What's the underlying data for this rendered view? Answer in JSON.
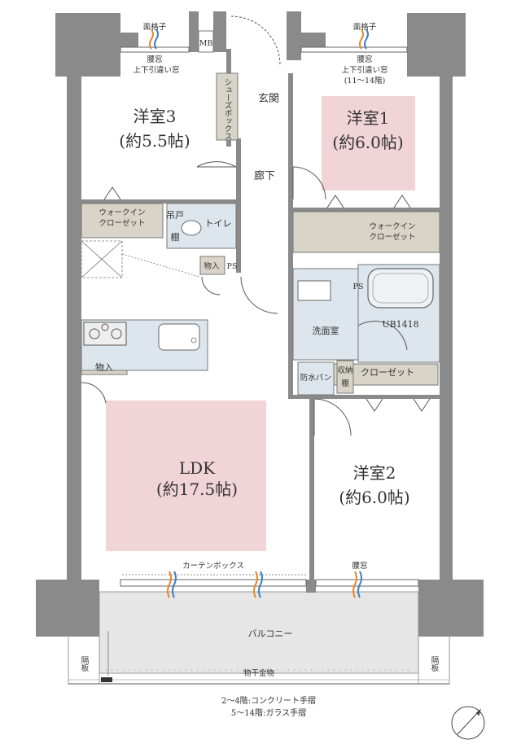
{
  "rooms": {
    "western3": {
      "name": "洋室3",
      "size": "(約5.5帖)"
    },
    "western1": {
      "name": "洋室1",
      "size": "(約6.0帖)"
    },
    "western2": {
      "name": "洋室2",
      "size": "(約6.0帖)"
    },
    "ldk": {
      "name": "LDK",
      "size": "(約17.5帖)"
    }
  },
  "labels": {
    "mb": "MB",
    "entrance": "玄関",
    "shoebox": "シューズボックス",
    "hallway": "廊下",
    "toilet": "トイレ",
    "shelf_a": "吊戸",
    "shelf_b": "棚",
    "storage_small": "物入",
    "storage": "物入",
    "ps1": "PS",
    "ps2": "PS",
    "washroom": "洗面室",
    "ub": "UB1418",
    "waterproof_pan": "防水パン",
    "closet": "クローゼット",
    "storage_shelf_a": "収納",
    "storage_shelf_b": "棚",
    "wic_left_a": "ウォークイン",
    "wic_left_b": "クローゼット",
    "wic_right_a": "ウォークイン",
    "wic_right_b": "クローゼット",
    "lattice_left": "面格子",
    "lattice_right": "面格子",
    "waist_left": "腰窓",
    "sliding_left": "上下引違い窓",
    "waist_right": "腰窓",
    "sliding_right": "上下引違い窓",
    "floors_right": "(11〜14階)",
    "curtain_box": "カーテンボックス",
    "waist_bottom": "腰窓",
    "balcony": "バルコニー",
    "partition_left": "隔板",
    "partition_right": "隔板",
    "clothes_hanger": "物干金物",
    "note1": "2〜4階:コンクリート手摺",
    "note2": "5〜14階:ガラス手摺"
  },
  "colors": {
    "wall": "#8a8a8a",
    "room_highlight": "#f0d4d8",
    "closet_fill": "#d9d4c8",
    "wet_area": "#dde6ec",
    "window_warm": "#e8862a",
    "window_cool": "#3d7fc4"
  }
}
